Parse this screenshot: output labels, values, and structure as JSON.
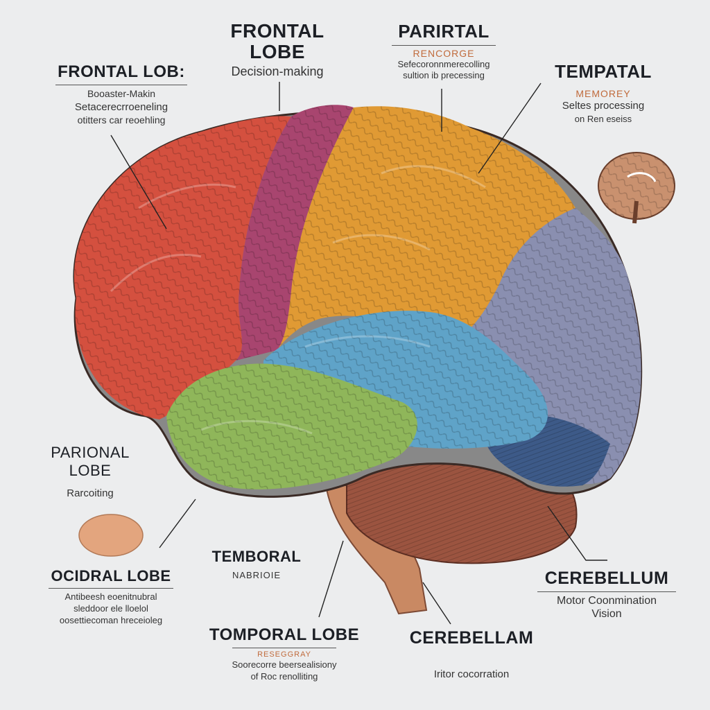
{
  "labels": {
    "frontal_top": {
      "title_line1": "FRONTAL",
      "title_line2": "LOBE",
      "subtitle": "Decision-making"
    },
    "parietal_top": {
      "title": "PARIRTAL",
      "accent": "RENCORGE",
      "line1": "Sefecoronnmerecolling",
      "line2": "sultion ib precessing"
    },
    "temporal_top": {
      "title": "TEMPATAL",
      "accent": "MEMOREY",
      "line1": "Seltes processing",
      "line2": "on Ren eseiss"
    },
    "frontal_left": {
      "title": "FRONTAL LOB:",
      "line1": "Booaster-Makin",
      "line2": "Setacerecrroeneling",
      "line3": "otitters car reoehling"
    },
    "parional": {
      "title_line1": "PARIONAL",
      "title_line2": "LOBE",
      "sub": "Rarcoiting"
    },
    "ocidral": {
      "title": "OCIDRAL LOBE",
      "line1": "Antibeesh eoenitnubral",
      "line2": "sleddoor ele lloelol",
      "line3": "oosettiecoman hreceioleg"
    },
    "temporal_mid": {
      "title": "TEMBORAL",
      "sub": "NABRIOIE"
    },
    "temporal_bottom": {
      "title": "TOMPORAL LOBE",
      "accent": "RESEGGRAY",
      "line1": "Soorecorre beersealisiony",
      "line2": "of Roc renolliting"
    },
    "cerebellum_right": {
      "title": "CEREBELLUM",
      "line1": "Motor Coonmination",
      "line2": "Vision"
    },
    "cerebellam_bottom": {
      "title": "CEREBELLAM",
      "sub": "Iritor cocorration"
    }
  },
  "colors": {
    "frontal": "#d4503f",
    "magenta": "#a8456f",
    "parietal": "#e09a34",
    "temporal": "#5fa3c8",
    "green": "#8fb65a",
    "occipital": "#8a8fb0",
    "navy": "#3d5a88",
    "cerebellum": "#9b5440",
    "stem": "#c98963",
    "accent_text": "#c06a3b"
  }
}
